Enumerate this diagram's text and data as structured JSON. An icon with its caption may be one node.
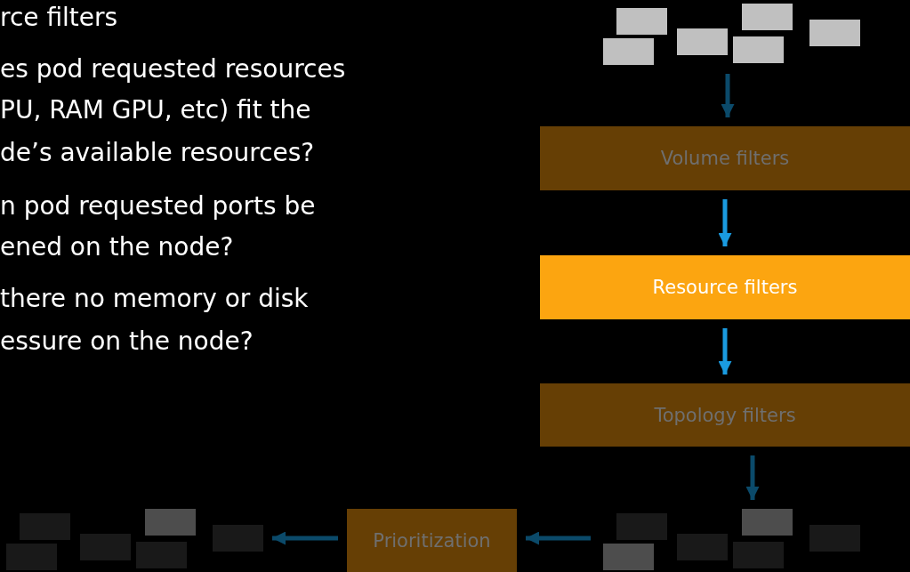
{
  "diagram": {
    "nodes": [
      {
        "text": [],
        "shape": "box"
      },
      {
        "text": [],
        "shape": "box"
      },
      {
        "text": [],
        "shape": "box"
      },
      {
        "text": [],
        "shape": "box"
      },
      {
        "text": [],
        "shape": "box"
      },
      {
        "text": [],
        "shape": "box"
      },
      {
        "text": [
          "Volume filters"
        ]
      },
      {
        "text": [
          "Resource filters"
        ]
      },
      {
        "text": [
          "Topology filters"
        ]
      },
      {
        "text": [],
        "shape": "box"
      },
      {
        "text": [],
        "shape": "box"
      },
      {
        "text": [],
        "shape": "box"
      },
      {
        "text": [],
        "shape": "box"
      },
      {
        "text": [],
        "shape": "box"
      },
      {
        "text": [],
        "shape": "box"
      },
      {
        "text": [
          "Prioritization"
        ]
      },
      {
        "text": [],
        "shape": "box"
      },
      {
        "text": [],
        "shape": "box"
      },
      {
        "text": [],
        "shape": "box"
      },
      {
        "text": [],
        "shape": "box"
      },
      {
        "text": [],
        "shape": "box"
      },
      {
        "text": [],
        "shape": "box"
      }
    ],
    "edges": [
      {
        "from": null,
        "to": 6,
        "arrow": "to"
      },
      {
        "from": 6,
        "to": 7,
        "arrow": "to",
        "color": "#1a9be0"
      },
      {
        "from": 7,
        "to": 8,
        "arrow": "to",
        "color": "#1a9be0"
      },
      {
        "from": 8,
        "to": 12,
        "arrow": "to"
      },
      {
        "from": null,
        "to": 15,
        "arrow": "to"
      },
      {
        "from": 15,
        "to": 21,
        "arrow": "to"
      }
    ],
    "labels": [
      "rce filters",
      "es pod requested resources",
      "PU, RAM GPU, etc) fit the",
      "de’s available resources?",
      "n pod requested ports be",
      "ened on the node?",
      "there no memory or disk",
      "essure on the node?"
    ]
  }
}
